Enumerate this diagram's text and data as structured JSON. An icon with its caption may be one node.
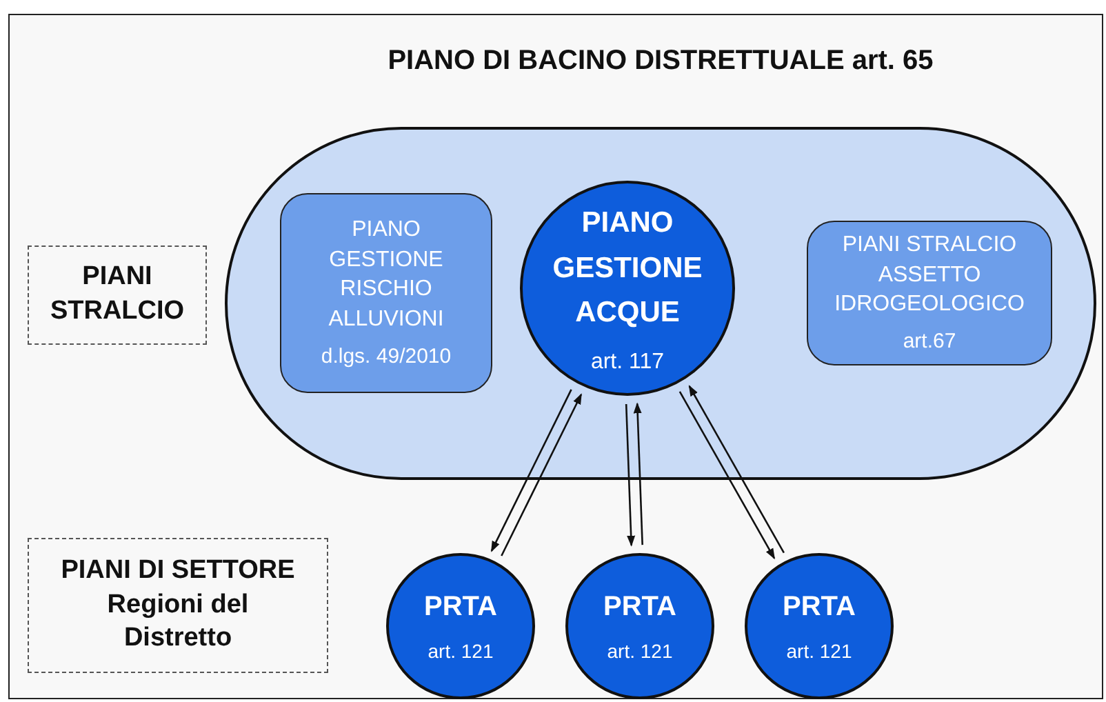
{
  "diagram": {
    "title": "PIANO DI BACINO DISTRETTUALE art. 65",
    "nodes": [
      {
        "text": [],
        "shape": "pill"
      },
      {
        "text": [
          "PIANI STRALCIO"
        ]
      },
      {
        "text": [
          "PIANO GESTIONE RISCHIO ALLUVIONI",
          "d.lgs. 49/2010"
        ],
        "in": 0
      },
      {
        "text": [
          "PIANO GESTIONE ACQUE",
          "art. 117"
        ],
        "in": 0
      },
      {
        "text": [
          "PIANI STRALCIO ASSETTO IDROGEOLOGICO",
          "art.67"
        ],
        "in": 0
      },
      {
        "text": [
          "PIANI DI SETTORE",
          "Regioni del Distretto"
        ]
      },
      {
        "text": [
          "PRTA",
          "art. 121"
        ]
      },
      {
        "text": [
          "PRTA",
          "art. 121"
        ]
      },
      {
        "text": [
          "PRTA",
          "art. 121"
        ]
      }
    ],
    "edges": [
      {
        "from": 3,
        "to": 6,
        "arrow": "to"
      },
      {
        "from": 6,
        "to": 3,
        "arrow": "to"
      },
      {
        "from": 3,
        "to": 7,
        "arrow": "to"
      },
      {
        "from": 7,
        "to": 3,
        "arrow": "to"
      },
      {
        "from": 3,
        "to": 8,
        "arrow": "to"
      },
      {
        "from": 8,
        "to": 3,
        "arrow": "to"
      }
    ]
  }
}
